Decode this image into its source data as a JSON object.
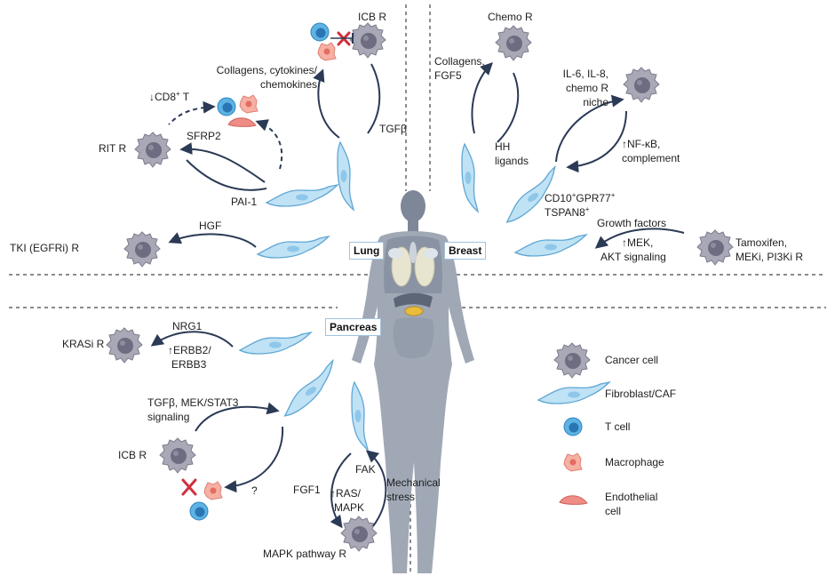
{
  "organs": {
    "lung": "Lung",
    "breast": "Breast",
    "pancreas": "Pancreas"
  },
  "lung": {
    "icb_r": "ICB R",
    "collagens_1": "Collagens, cytokines/",
    "collagens_2": "chemokines",
    "tgfb": "TGFβ",
    "cd8": "↓CD8",
    "cd8_sup": "+",
    "cd8_t": " T",
    "sfrp2": "SFRP2",
    "rit_r": "RIT R",
    "pai1": "PAI-1",
    "hgf": "HGF",
    "tki": "TKI (EGFRi) R"
  },
  "breast": {
    "chemo_r": "Chemo R",
    "collagens": "Collagens,",
    "fgf5": "FGF5",
    "hh": "HH",
    "ligands": "ligands",
    "il_1": "IL-6, IL-8,",
    "il_2": "chemo R",
    "il_3": "niche",
    "nfkb": "↑NF-κB,",
    "complement": "complement",
    "cd10": "CD10",
    "cd10_sup": "+",
    "gpr77": "GPR77",
    "gpr77_sup": "+",
    "tspan8": "TSPAN8",
    "tspan8_sup": "+",
    "growth": "Growth factors",
    "mek": "↑MEK,",
    "akt": "AKT signaling",
    "tam_1": "Tamoxifen,",
    "tam_2": "MEKi, PI3Ki R"
  },
  "pancreas": {
    "nrg1": "NRG1",
    "erbb_1": "↑ERBB2/",
    "erbb_2": "ERBB3",
    "krasi": "KRASi R",
    "tgfb_1": "TGFβ, MEK/STAT3",
    "tgfb_2": "signaling",
    "icb_r": "ICB R",
    "question": "?",
    "fak": "FAK",
    "fgf1": "FGF1",
    "ras_1": "↑RAS/",
    "ras_2": "MAPK",
    "mech_1": "Mechanical",
    "mech_2": "stress",
    "mapk_r": "MAPK pathway R"
  },
  "legend": {
    "cancer": "Cancer cell",
    "fibro": "Fibroblast/CAF",
    "tcell": "T cell",
    "macro": "Macrophage",
    "endo_1": "Endothelial",
    "endo_2": "cell"
  },
  "colors": {
    "cancer_fill": "#a9a8b6",
    "cancer_nucleus": "#6d6c80",
    "fibro_fill": "#bfe2f5",
    "fibro_stroke": "#5fa6d4",
    "tcell_fill": "#5db3e3",
    "macro_fill": "#f6b0a4",
    "endo_fill": "#ee8c86",
    "arrow": "#2b3a55",
    "body": "#7d8797"
  }
}
